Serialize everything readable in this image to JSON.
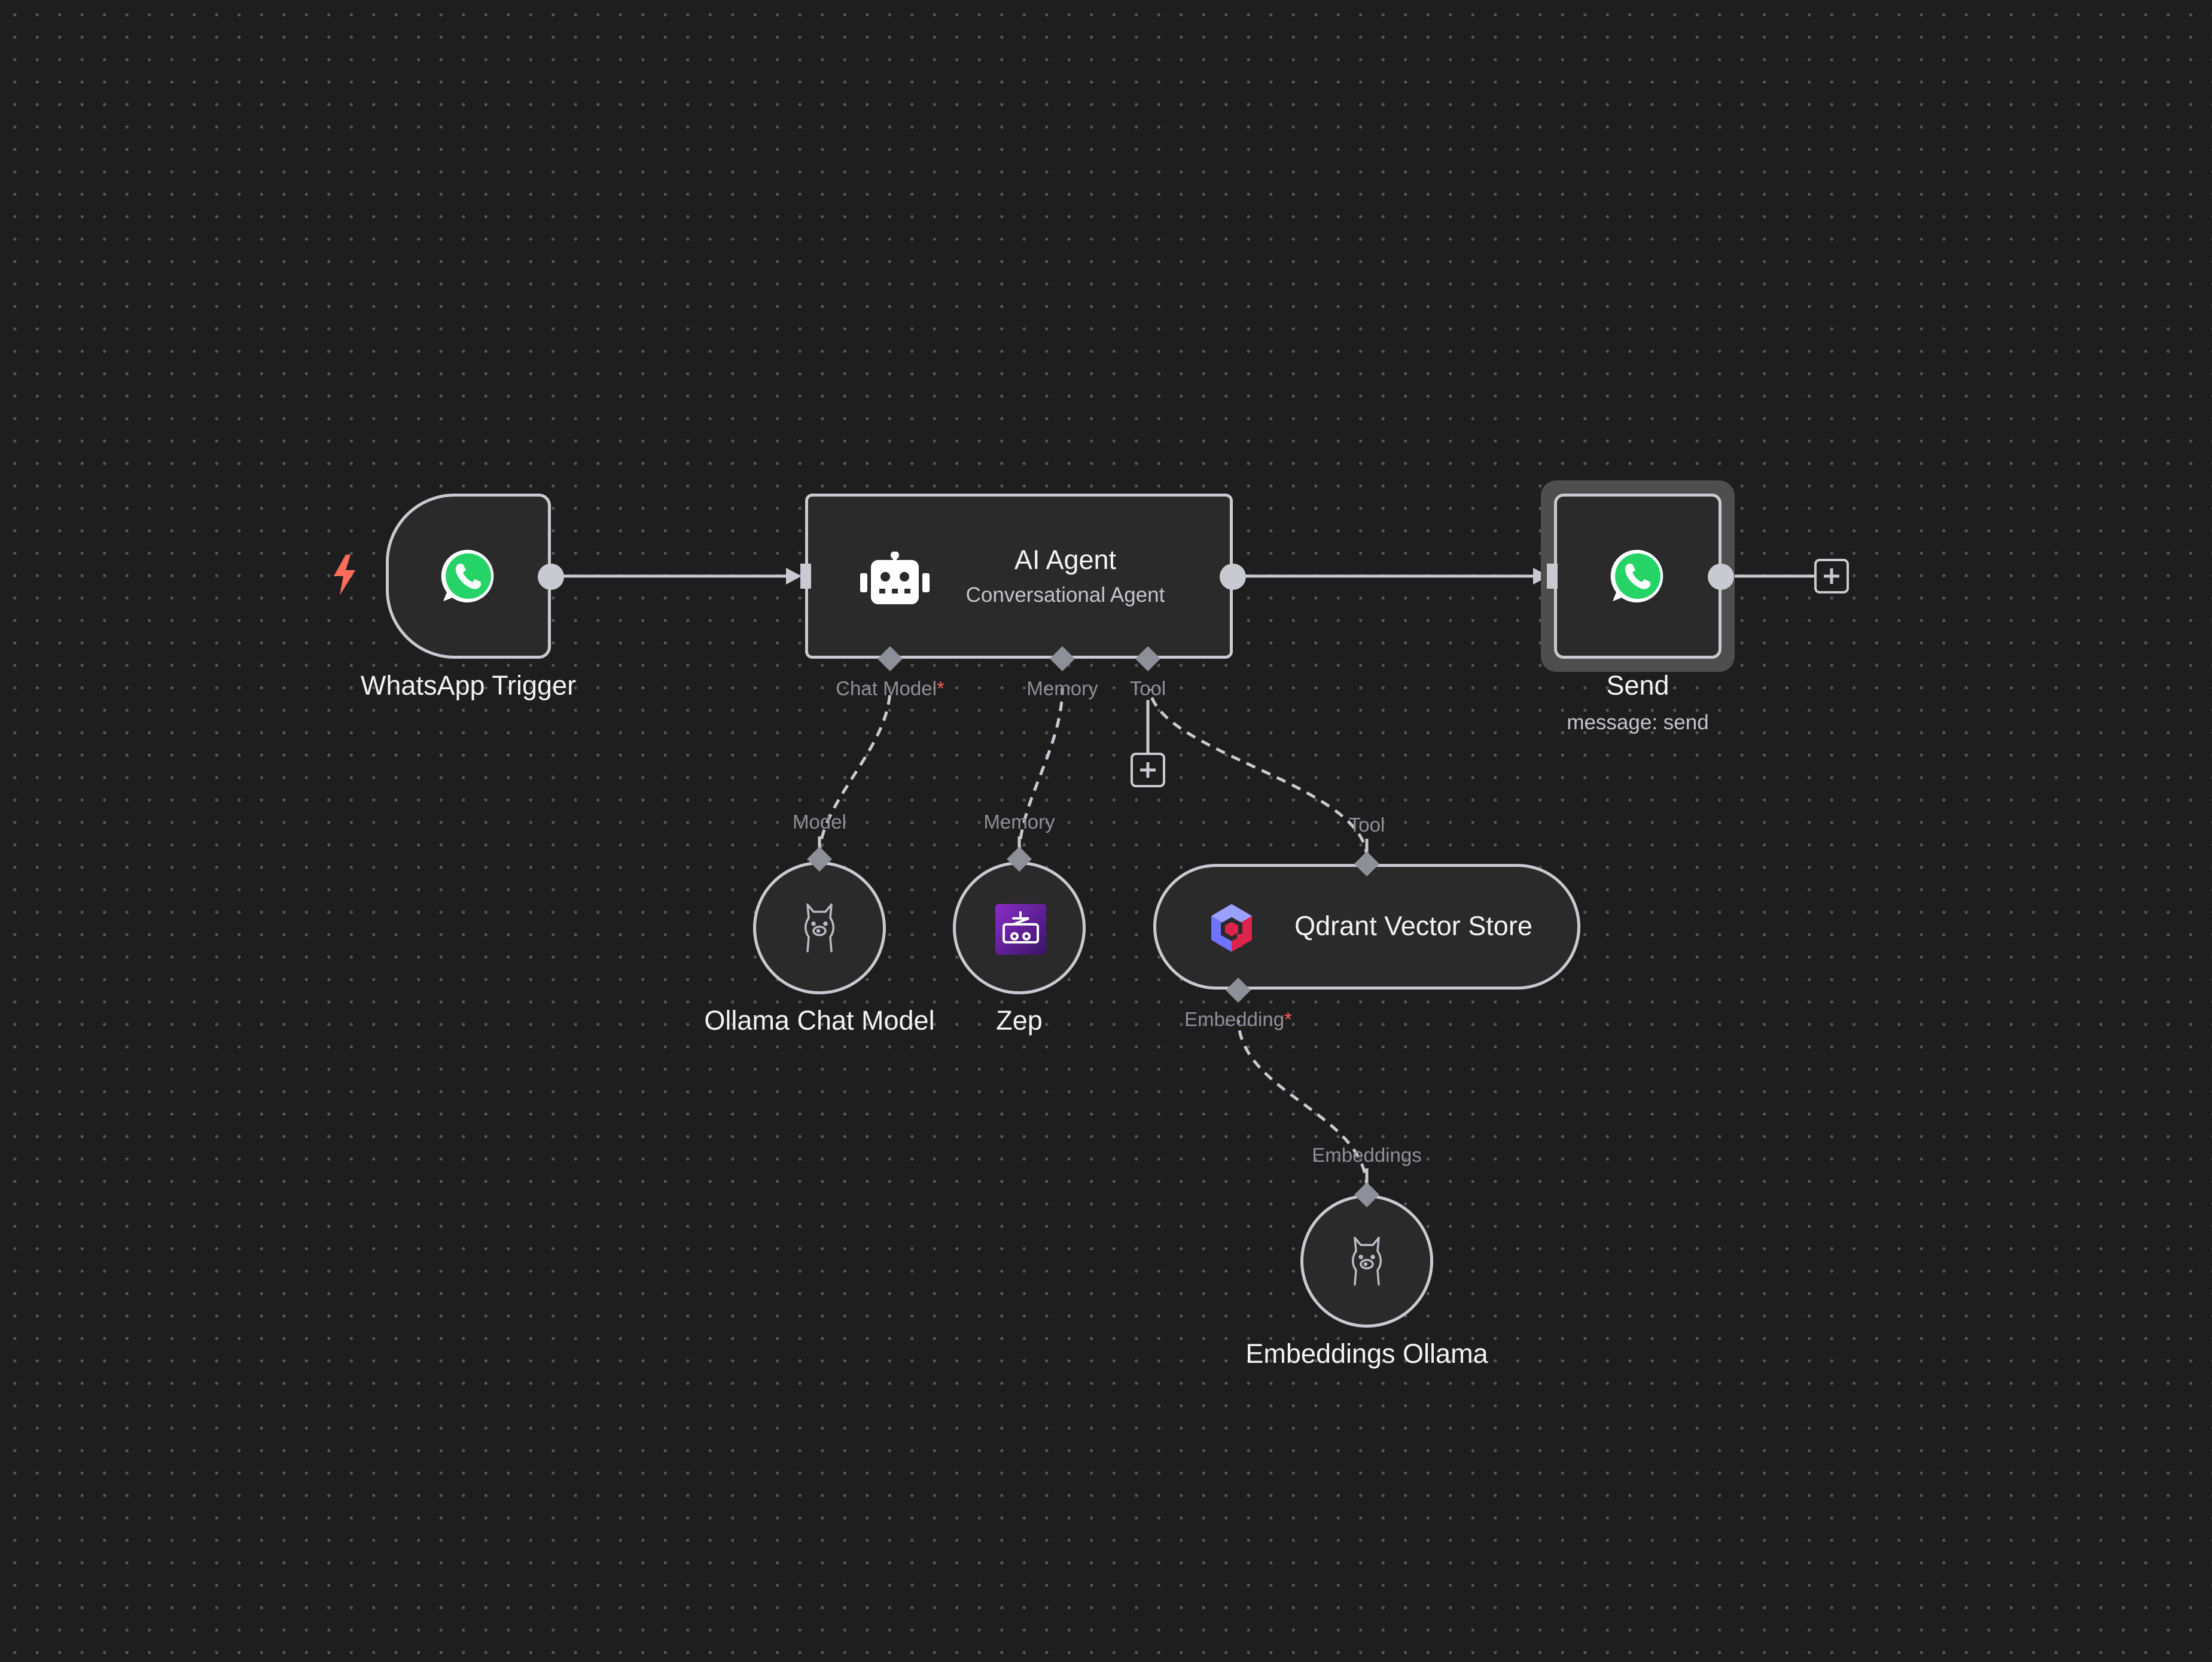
{
  "nodes": {
    "whatsapp_trigger": {
      "title": "WhatsApp Trigger",
      "icon": "whatsapp-icon"
    },
    "ai_agent": {
      "title": "AI Agent",
      "subtitle": "Conversational Agent",
      "icon": "robot-icon"
    },
    "send": {
      "title": "Send",
      "subtitle": "message: send",
      "icon": "whatsapp-icon"
    },
    "ollama_chat_model": {
      "title": "Ollama Chat Model",
      "icon": "llama-icon"
    },
    "zep": {
      "title": "Zep",
      "icon": "zep-icon"
    },
    "qdrant_vector_store": {
      "title": "Qdrant Vector Store",
      "icon": "qdrant-icon"
    },
    "embeddings_ollama": {
      "title": "Embeddings Ollama",
      "icon": "llama-icon"
    }
  },
  "ports": {
    "agent_chat_model": "Chat Model",
    "agent_memory": "Memory",
    "agent_tool": "Tool",
    "ollama_model": "Model",
    "zep_memory": "Memory",
    "qdrant_tool": "Tool",
    "qdrant_embedding": "Embedding",
    "embeddings_input": "Embeddings",
    "required_marker": "*"
  },
  "colors": {
    "canvas": "#1e1e1e",
    "node_bg": "#2a2a2a",
    "node_border": "#c9c9d1",
    "connector": "#c9c9d1",
    "port_diamond": "#8f8f99",
    "trigger_bolt": "#ff6d5a",
    "whatsapp_green": "#25d366",
    "required": "#ff5c5c"
  }
}
